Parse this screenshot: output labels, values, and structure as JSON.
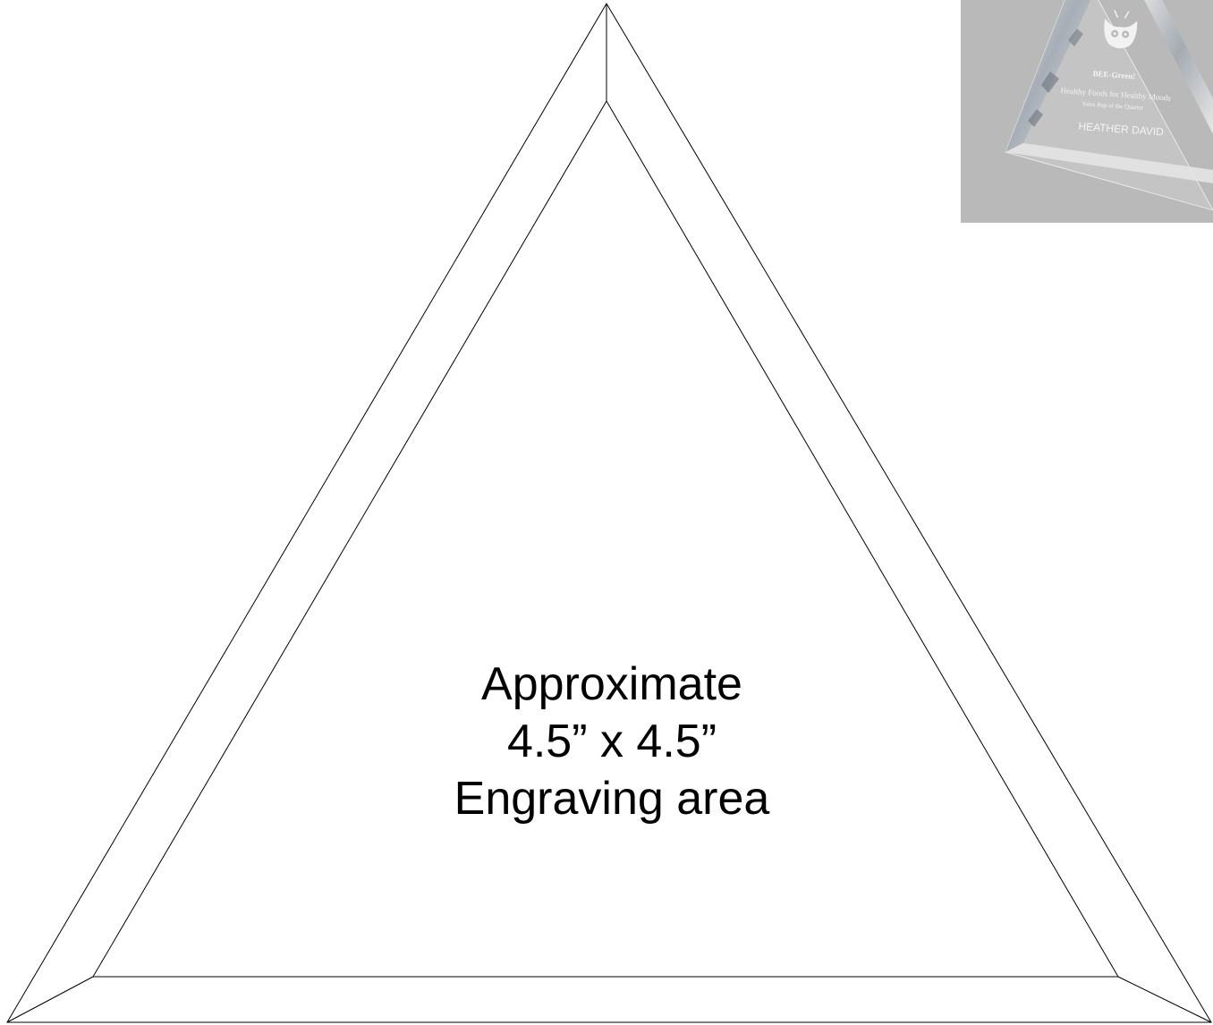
{
  "engraving_label": {
    "line1": "Approximate",
    "line2": "4.5” x 4.5”",
    "line3": "Engraving area"
  },
  "sample_award": {
    "brand": "BEE-Green!",
    "tagline": "Healthy Foods for Healthy Moods",
    "role": "Sales Rep of the Quarter",
    "name": "HEATHER DAVID",
    "background_color": "#b9b9b9",
    "text_color": "#f4f4f4"
  },
  "outline_color": "#000000"
}
